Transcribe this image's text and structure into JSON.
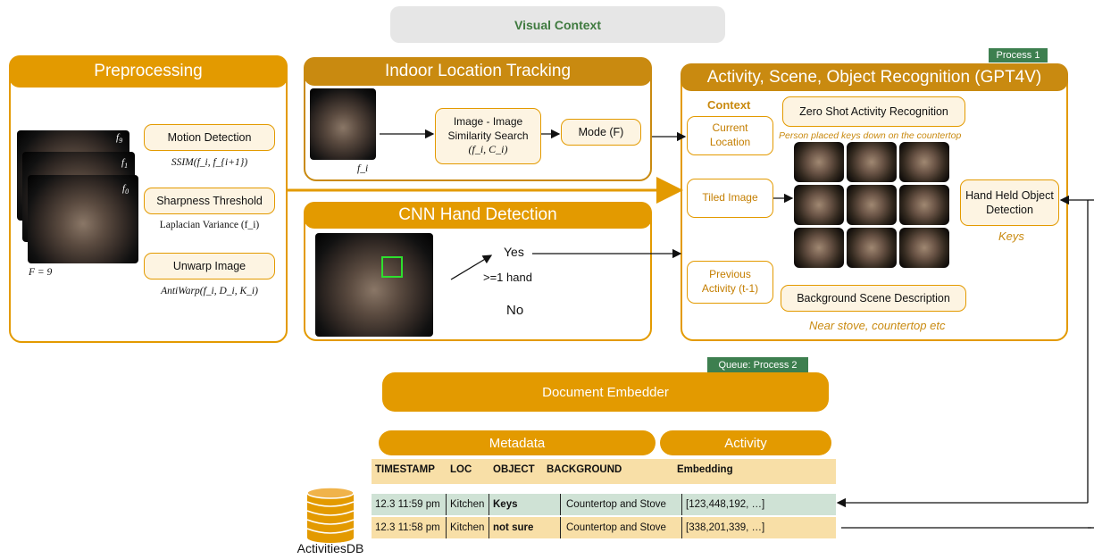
{
  "header": {
    "title": "Visual Context"
  },
  "preprocessing": {
    "title": "Preprocessing",
    "frame_labels": [
      "f",
      "f",
      "f"
    ],
    "frame_subs": [
      "9",
      "1",
      "0"
    ],
    "frame_count": "F = 9",
    "steps": [
      {
        "label": "Motion Detection",
        "formula": "SSIM(f_i, f_{i+1})"
      },
      {
        "label": "Sharpness Threshold",
        "formula": "Laplacian Variance (f_i)"
      },
      {
        "label": "Unwarp Image",
        "formula": "AntiWarp(f_i, D_i, K_i)"
      }
    ]
  },
  "indoor": {
    "title": "Indoor Location Tracking",
    "frame_label": "f_i",
    "similarity": "Image - Image Similarity Search",
    "similarity_args": "(f_i, C_i)",
    "mode": "Mode (F)"
  },
  "cnn": {
    "title": "CNN Hand Detection",
    "yes": "Yes",
    "condition": ">=1 hand",
    "no": "No"
  },
  "recognition": {
    "title": "Activity, Scene, Object Recognition (GPT4V)",
    "tag": "Process 1",
    "context_label": "Context",
    "context_items": [
      "Current Location",
      "Tiled Image",
      "Previous Activity (t-1)"
    ],
    "zero_shot": "Zero Shot Activity Recognition",
    "zero_shot_caption": "Person placed keys down on the countertop",
    "hand_held": "Hand Held Object Detection",
    "hand_held_caption": "Keys",
    "background": "Background Scene Description",
    "background_caption": "Near stove, countertop etc"
  },
  "embedder": {
    "tag": "Queue: Process 2",
    "title": "Document Embedder",
    "metadata_label": "Metadata",
    "activity_label": "Activity"
  },
  "table": {
    "headers": [
      "TIMESTAMP",
      "LOC",
      "OBJECT",
      "BACKGROUND",
      "Embedding"
    ],
    "rows": [
      [
        "12.3 11:59 pm",
        "Kitchen",
        "Keys",
        "Countertop and Stove",
        "[123,448,192, …]"
      ],
      [
        "12.3 11:58 pm",
        "Kitchen",
        "not sure",
        "Countertop and Stove",
        "[338,201,339, …]"
      ]
    ],
    "row_colors": [
      "#cfe2d5",
      "#f8dfa7"
    ]
  },
  "database": {
    "label": "ActivitiesDB",
    "color": "#e39a00"
  },
  "colors": {
    "accent": "#e39a00",
    "green": "#3d7f4f",
    "header_green": "#3f7a3f"
  }
}
